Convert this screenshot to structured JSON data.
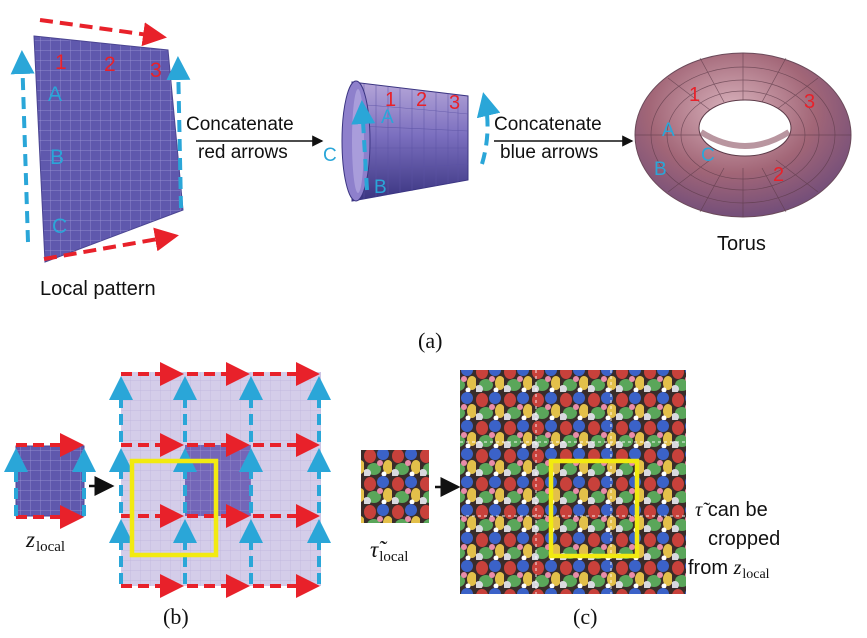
{
  "panel_a": {
    "local_pattern": {
      "caption": "Local pattern",
      "numbers": [
        "1",
        "2",
        "3"
      ],
      "letters": [
        "A",
        "B",
        "C"
      ]
    },
    "arrow1_label": [
      "Concatenate",
      "red arrows"
    ],
    "cylinder": {
      "numbers": [
        "1",
        "2",
        "3"
      ],
      "letters": [
        "A",
        "C",
        "B"
      ]
    },
    "arrow2_label": [
      "Concatenate",
      "blue arrows"
    ],
    "torus": {
      "caption": "Torus",
      "numbers": [
        "1",
        "3",
        "2"
      ],
      "letters": [
        "A",
        "B",
        "C"
      ]
    },
    "caption": "(a)"
  },
  "panel_b": {
    "z_symbol": "z",
    "z_subscript": "local",
    "caption": "(b)"
  },
  "panel_c": {
    "tau_symbol": "τ̃",
    "tau_subscript": "local",
    "note": {
      "tau": "τ̃",
      "line1_suffix": " can be",
      "line2": "cropped",
      "line3_prefix": "from ",
      "z_symbol": "z",
      "z_subscript": "local"
    },
    "caption": "(c)"
  },
  "colors": {
    "red_arrow": "#e8212a",
    "blue_arrow": "#2aa6d8",
    "grid_purple": "#6b5fb0",
    "light_purple": "#cdc6e6",
    "highlight_yellow": "#f2ea10",
    "torus": "#a0606e"
  }
}
